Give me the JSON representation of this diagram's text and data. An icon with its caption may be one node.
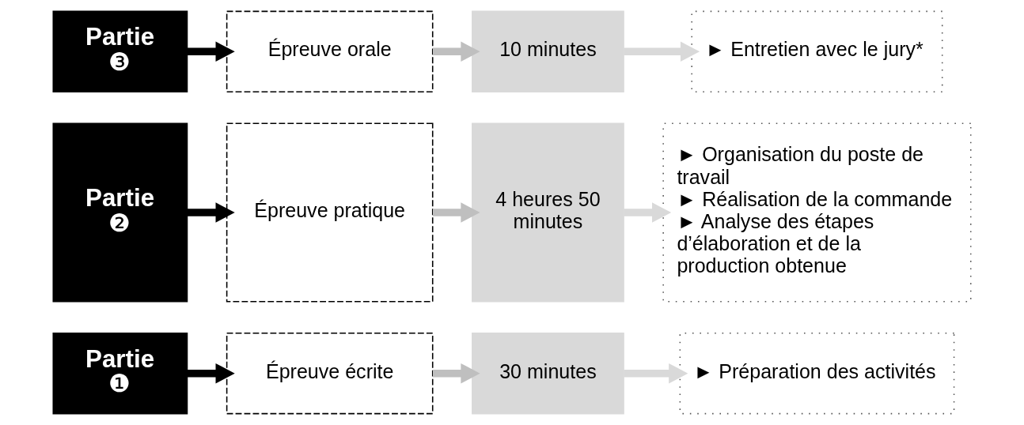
{
  "diagram": {
    "nodes": [
      {
        "text": [
          "Partie",
          "❶"
        ]
      },
      {
        "text": [
          "Épreuve écrite"
        ]
      },
      {
        "text": [
          "30 minutes"
        ]
      },
      {
        "text": [
          "► Préparation des activités"
        ]
      },
      {
        "text": [
          "Partie",
          "❷"
        ]
      },
      {
        "text": [
          "Épreuve pratique"
        ]
      },
      {
        "text": [
          "4 heures 50 minutes"
        ]
      },
      {
        "text": [
          "► Organisation du poste de travail",
          "► Réalisation de la commande",
          "► Analyse des étapes d’élaboration et de la production obtenue"
        ]
      },
      {
        "text": [
          "Partie",
          "❸"
        ]
      },
      {
        "text": [
          "Épreuve orale"
        ]
      },
      {
        "text": [
          "10 minutes"
        ]
      },
      {
        "text": [
          "► Entretien avec le jury*"
        ]
      }
    ],
    "edges": [
      {
        "from": 0,
        "to": 1,
        "arrow": "to",
        "color": "#000000"
      },
      {
        "from": 1,
        "to": 2,
        "arrow": "to",
        "color": "#bfbfbf"
      },
      {
        "from": 2,
        "to": 3,
        "arrow": "to",
        "color": "#d9d9d9"
      },
      {
        "from": 4,
        "to": 5,
        "arrow": "to",
        "color": "#000000"
      },
      {
        "from": 5,
        "to": 6,
        "arrow": "to",
        "color": "#bfbfbf"
      },
      {
        "from": 6,
        "to": 7,
        "arrow": "to",
        "color": "#d9d9d9"
      },
      {
        "from": 8,
        "to": 9,
        "arrow": "to",
        "color": "#000000"
      },
      {
        "from": 9,
        "to": 10,
        "arrow": "to",
        "color": "#bfbfbf"
      },
      {
        "from": 10,
        "to": 11,
        "arrow": "to",
        "color": "#d9d9d9"
      }
    ]
  }
}
